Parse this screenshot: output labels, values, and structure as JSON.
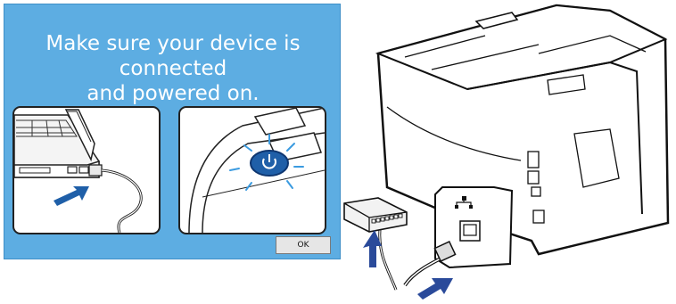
{
  "dialog": {
    "message_line1": "Make sure your device is connected",
    "message_line2": "and powered on.",
    "ok_label": "OK",
    "background_color": "#5dade2"
  },
  "illustrations": {
    "laptop_panel_icon": "laptop-usb-connection-icon",
    "power_panel_icon": "power-button-icon",
    "scanner_icon": "scanner-network-connection-icon",
    "ethernet_port_icon": "ethernet-port-icon",
    "network_switch_icon": "network-switch-icon"
  },
  "colors": {
    "accent_blue": "#1f5fa8",
    "arrow_blue": "#2a4a9a",
    "glow_blue": "#3b9be0"
  }
}
